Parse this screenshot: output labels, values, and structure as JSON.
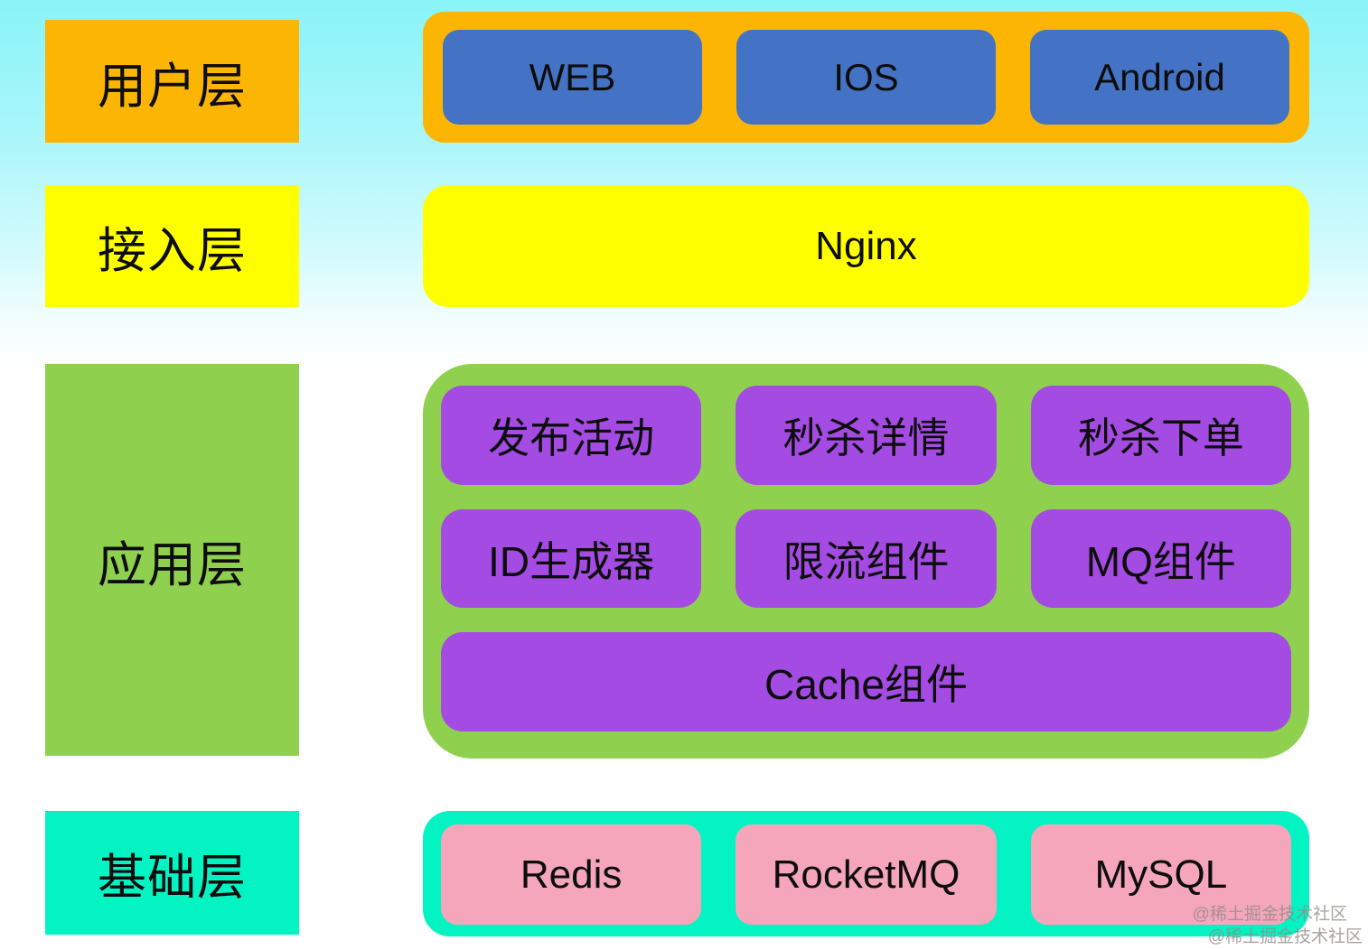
{
  "colors": {
    "orange": "#FBB502",
    "yellow": "#FFFF00",
    "green": "#8FD14E",
    "springgreen": "#04F3C3",
    "blue": "#4472C4",
    "purple": "#A44BE3",
    "pink": "#F5A6BB",
    "background_top": "#8AF4F8",
    "background_bottom": "#FFFFFF",
    "text": "#0D0D0D"
  },
  "layers": [
    {
      "id": "user",
      "label": "用户层",
      "items": [
        "WEB",
        "IOS",
        "Android"
      ]
    },
    {
      "id": "access",
      "label": "接入层",
      "items": [
        "Nginx"
      ]
    },
    {
      "id": "app",
      "label": "应用层",
      "rows": [
        [
          "发布活动",
          "秒杀详情",
          "秒杀下单"
        ],
        [
          "ID生成器",
          "限流组件",
          "MQ组件"
        ]
      ],
      "full_width_item": "Cache组件"
    },
    {
      "id": "base",
      "label": "基础层",
      "items": [
        "Redis",
        "RocketMQ",
        "MySQL"
      ]
    }
  ],
  "watermark": {
    "line1": "@稀土掘金技术社区",
    "line2": "@稀土掘金技术社区"
  }
}
